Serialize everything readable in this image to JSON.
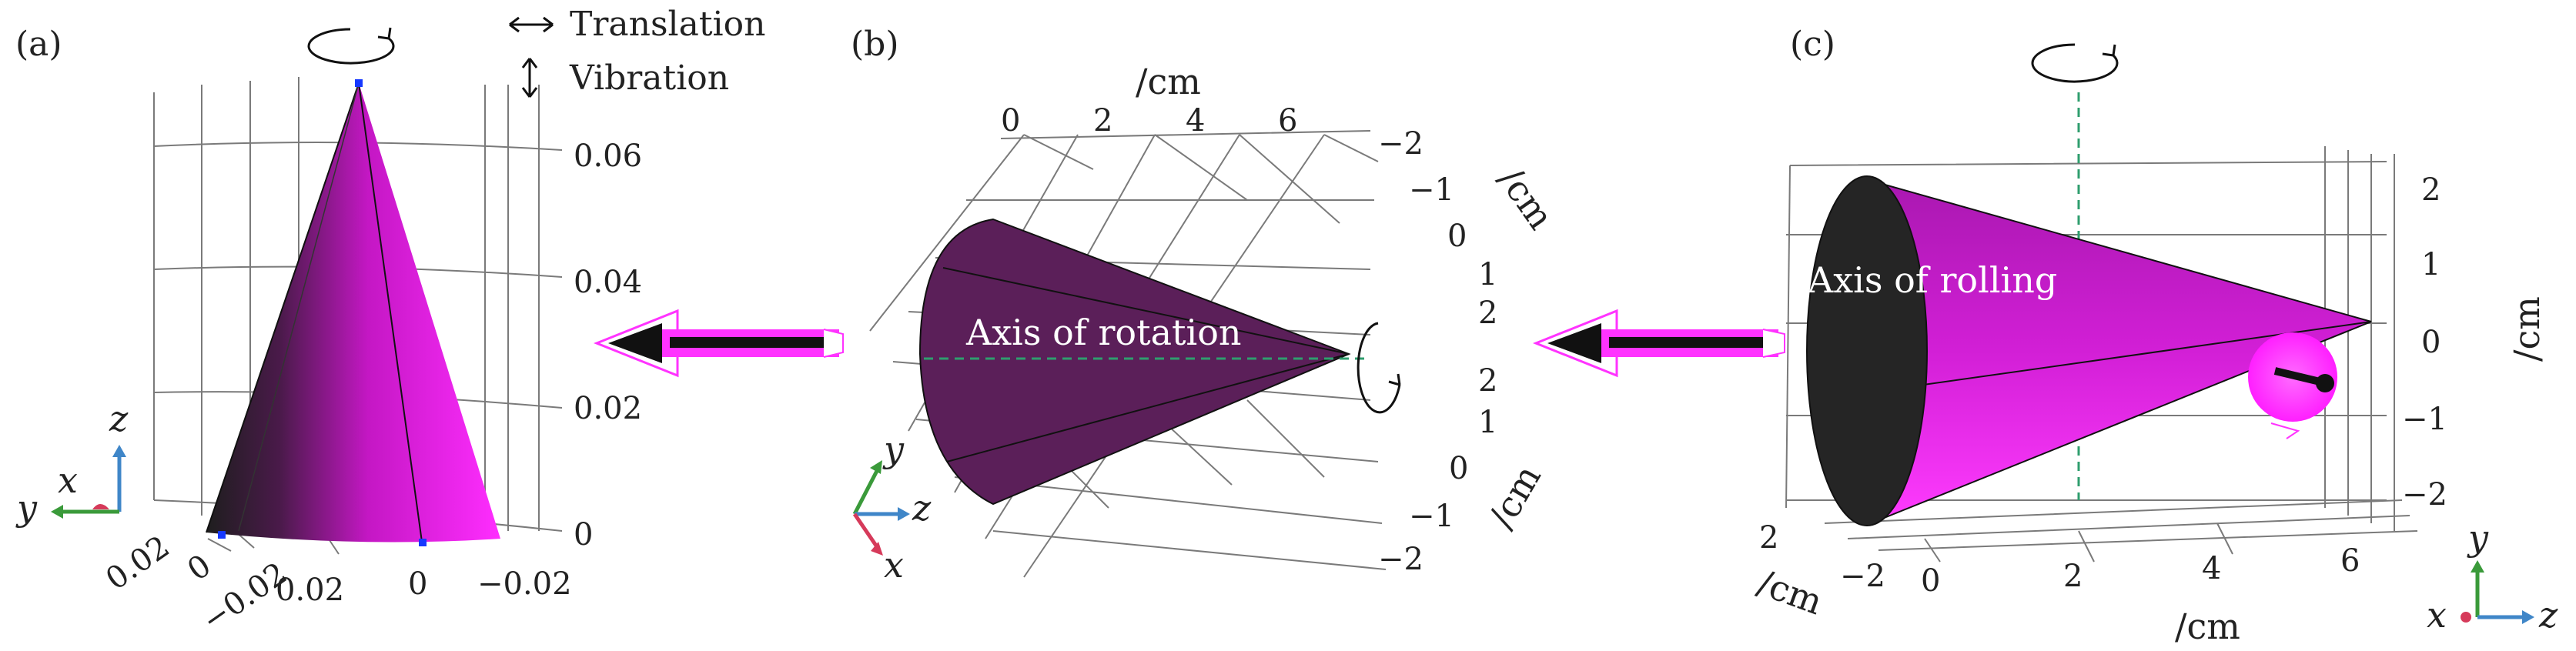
{
  "legend": {
    "translation": "Translation",
    "vibration": "Vibration"
  },
  "colors": {
    "cone": "#e31be3",
    "cone_dark": "#5b2256",
    "arrow": "#ff33ff",
    "axis_dash": "#2f9e6e",
    "x_axis": "#d63a5a",
    "y_axis": "#3a9a3a",
    "z_axis": "#3f86c8"
  },
  "panel_a": {
    "label": "(a)",
    "z_ticks": [
      "0",
      "0.02",
      "0.04",
      "0.06"
    ],
    "y_ticks": [
      "0.02",
      "0",
      "−0.02"
    ],
    "x_ticks": [
      "0.02",
      "0",
      "−0.02"
    ],
    "triad": {
      "z": "z",
      "x": "x",
      "y": "y"
    }
  },
  "panel_b": {
    "label": "(b)",
    "top_unit": "/cm",
    "top_ticks": [
      "0",
      "2",
      "4",
      "6"
    ],
    "right_upper_ticks": [
      "−2",
      "−1",
      "0",
      "1",
      "2"
    ],
    "right_upper_unit": "/cm",
    "right_lower_ticks": [
      "2",
      "1",
      "0",
      "−1",
      "−2"
    ],
    "right_lower_unit": "/cm",
    "annotation": "Axis of rotation",
    "triad": {
      "y": "y",
      "z": "z",
      "x": "x"
    }
  },
  "panel_c": {
    "label": "(c)",
    "annotation": "Axis of rolling",
    "right_ticks": [
      "2",
      "1",
      "0",
      "−1",
      "−2"
    ],
    "right_unit": "/cm",
    "bottom_ticks": [
      "0",
      "2",
      "4",
      "6"
    ],
    "bottom_unit": "/cm",
    "left_ticks": [
      "2",
      "−2"
    ],
    "left_unit": "/cm",
    "triad": {
      "y": "y",
      "x": "x",
      "z": "z"
    }
  }
}
